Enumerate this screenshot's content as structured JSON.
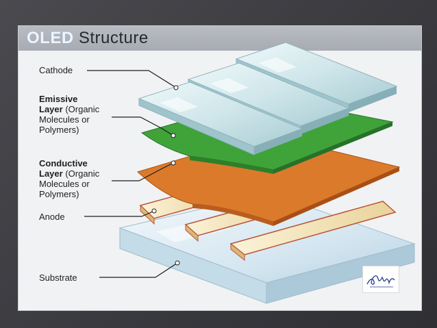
{
  "title": {
    "accent": "OLED",
    "rest": "Structure"
  },
  "labels": {
    "cathode": "Cathode",
    "emissive_bold": "Emissive",
    "emissive_bold2": "Layer",
    "emissive_rest1": " (Organic",
    "emissive_rest2": "Molecules or",
    "emissive_rest3": "Polymers)",
    "conductive_bold": "Conductive",
    "conductive_bold2": "Layer",
    "conductive_rest1": " (Organic",
    "conductive_rest2": "Molecules or",
    "conductive_rest3": "Polymers)",
    "anode": "Anode",
    "substrate": "Substrate"
  },
  "colors": {
    "emissive": "#3fa33a",
    "conductive": "#dc7a2c",
    "cathode_glass": "#d7ecee",
    "anode_strip": "#f2e2b2",
    "substrate": "#dbe9f3"
  },
  "icons": {
    "signature": "handwritten-signature-logo"
  }
}
